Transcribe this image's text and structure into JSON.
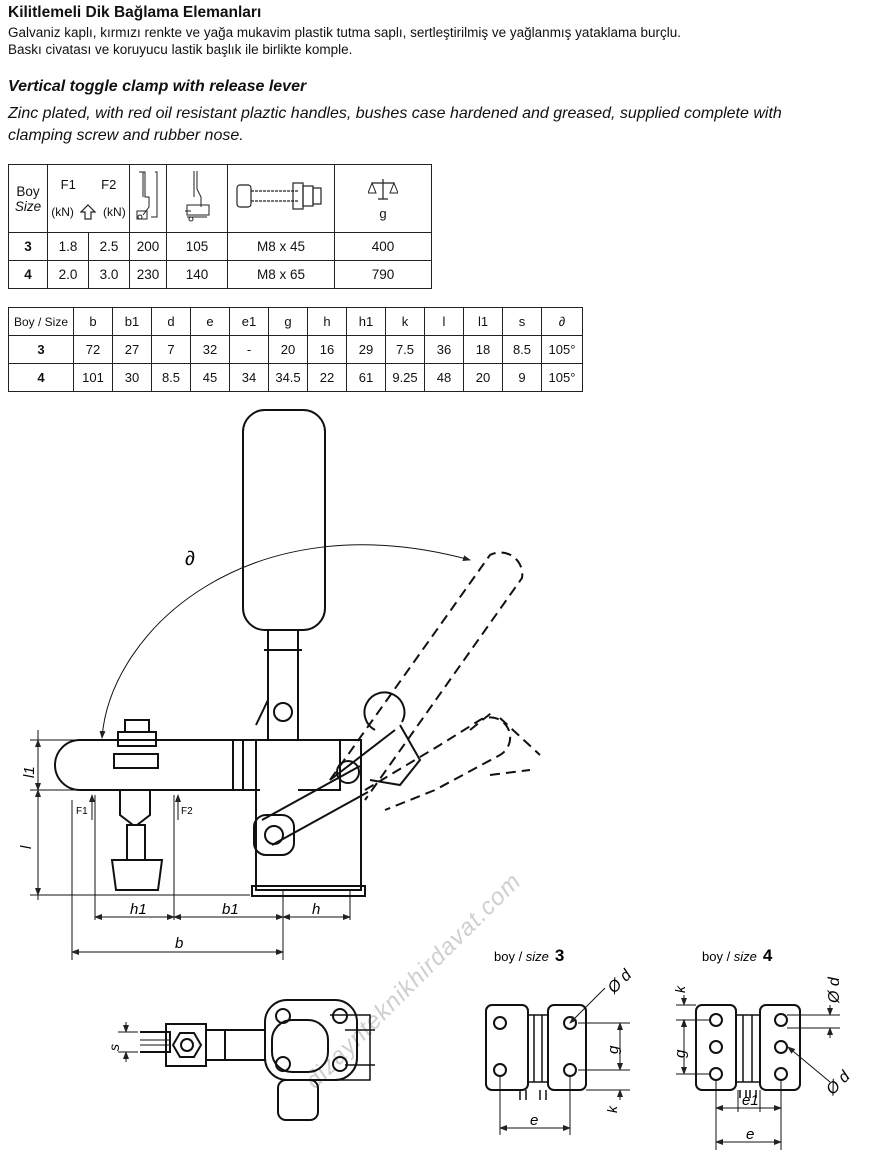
{
  "header": {
    "tr_title": "Kilitlemeli Dik Bağlama Elemanları",
    "tr_desc_1": "Galvaniz kaplı, kırmızı renkte ve yağa mukavim plastik tutma saplı, sertleştirilmiş ve yağlanmış yataklama burçlu.",
    "tr_desc_2": "Baskı civatası ve koruyucu lastik başlık ile birlikte komple.",
    "en_title": "Vertical toggle clamp with release lever",
    "en_desc_1": "Zinc plated, with red oil resistant plaztic handles, bushes case hardened and greased, supplied complete with",
    "en_desc_2": "clamping screw and rubber nose."
  },
  "table1": {
    "boy": "Boy",
    "size": "Size",
    "f1": "F1",
    "f2": "F2",
    "kn1": "(kN)",
    "kn2": "(kN)",
    "g": "g",
    "rows": [
      [
        "3",
        "1.8",
        "2.5",
        "200",
        "105",
        "M8 x 45",
        "400"
      ],
      [
        "4",
        "2.0",
        "3.0",
        "230",
        "140",
        "M8 x 65",
        "790"
      ]
    ]
  },
  "table2": {
    "headers": [
      "Boy / Size",
      "b",
      "b1",
      "d",
      "e",
      "e1",
      "g",
      "h",
      "h1",
      "k",
      "l",
      "l1",
      "s",
      "∂"
    ],
    "rows": [
      [
        "3",
        "72",
        "27",
        "7",
        "32",
        "-",
        "20",
        "16",
        "29",
        "7.5",
        "36",
        "18",
        "8.5",
        "105°"
      ],
      [
        "4",
        "101",
        "30",
        "8.5",
        "45",
        "34",
        "34.5",
        "22",
        "61",
        "9.25",
        "48",
        "20",
        "9",
        "105°"
      ]
    ]
  },
  "drawing": {
    "angle": "∂",
    "watermark": "dizaynteknikhirdavat.com",
    "dim_l1": "l1",
    "dim_l": "l",
    "dim_f1": "F1",
    "dim_f2": "F2",
    "dim_h1": "h1",
    "dim_b1": "b1",
    "dim_h": "h",
    "dim_b": "b",
    "dim_s": "s",
    "size3_prefix": "boy / ",
    "size3_word": "size",
    "size3_num": "3",
    "size4_prefix": "boy / ",
    "size4_word": "size",
    "size4_num": "4",
    "d_dim": "Ø d",
    "g_dim": "g",
    "k_dim": "k",
    "e_dim": "e",
    "e1_dim": "e1"
  }
}
